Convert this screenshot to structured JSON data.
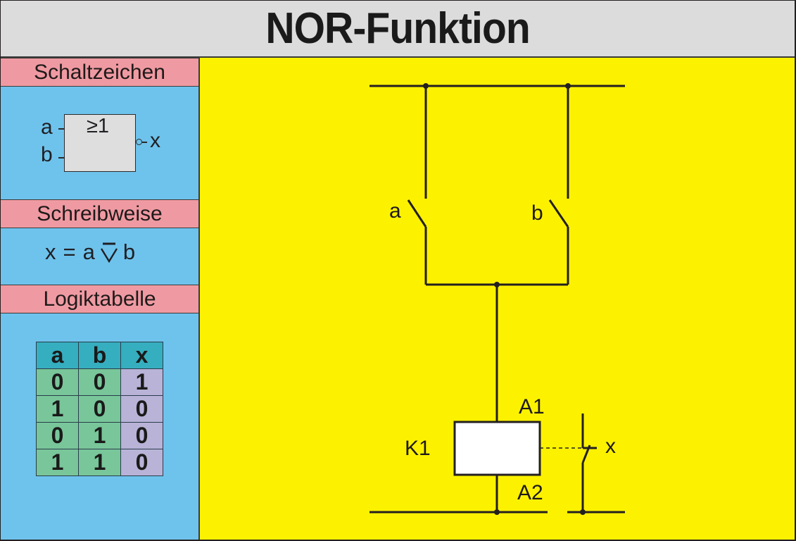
{
  "title": "NOR-Funktion",
  "colors": {
    "header_bg": "#dcdcdc",
    "section_header_bg": "#ef9aa2",
    "sidebar_bg": "#6ec3ec",
    "diagram_bg": "#fcf200",
    "table_header_bg": "#35aebf",
    "table_input_bg": "#78c69a",
    "table_output_bg": "#b9b3d8",
    "line": "#231f20"
  },
  "sidebar": {
    "sections": [
      {
        "label": "Schaltzeichen"
      },
      {
        "label": "Schreibweise"
      },
      {
        "label": "Logiktabelle"
      }
    ],
    "symbol": {
      "input_a": "a",
      "input_b": "b",
      "gate_text": "≥1",
      "output": "x",
      "negated_output": true
    },
    "notation": {
      "lhs": "x",
      "equals": "=",
      "operand_a": "a",
      "operator": "∨",
      "operator_negated": true,
      "operand_b": "b"
    },
    "truth_table": {
      "headers": [
        "a",
        "b",
        "x"
      ],
      "rows": [
        [
          "0",
          "0",
          "1"
        ],
        [
          "1",
          "0",
          "0"
        ],
        [
          "0",
          "1",
          "0"
        ],
        [
          "1",
          "1",
          "0"
        ]
      ]
    }
  },
  "circuit": {
    "switch_a_label": "a",
    "switch_b_label": "b",
    "relay_label": "K1",
    "terminal_top": "A1",
    "terminal_bottom": "A2",
    "output_contact_label": "x",
    "switch_type": "normally-open",
    "output_contact_type": "normally-closed"
  }
}
